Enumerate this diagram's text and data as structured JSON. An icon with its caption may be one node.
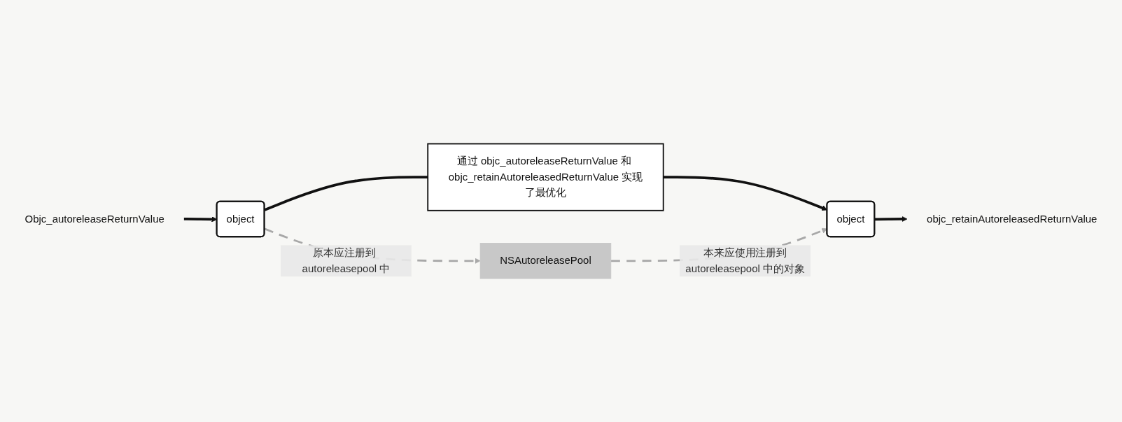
{
  "diagram": {
    "nodes": [
      {
        "text": [
          "NSAutoreleasePool"
        ]
      },
      {
        "text": [
          "object"
        ]
      },
      {
        "text": [
          "Objc_autoreleaseReturnValue"
        ]
      },
      {
        "text": [
          "通过 objc_autoreleaseReturnValue 和 objc_retainAutoreleasedReturnValue 实现了最优化"
        ]
      },
      {
        "text": [
          "object"
        ]
      },
      {
        "text": [
          "objc_retainAutoreleasedReturnValue"
        ]
      }
    ],
    "edges": [
      {
        "from": 2,
        "to": 1,
        "arrow": "to"
      },
      {
        "from": 1,
        "to": 0,
        "arrow": "to",
        "label": "原本应注册到 autoreleasepool 中",
        "style": "dashed",
        "color": "#a8a8a8"
      },
      {
        "from": 1,
        "to": 3,
        "arrow": "none"
      },
      {
        "from": 3,
        "to": 4,
        "arrow": "to"
      },
      {
        "from": 0,
        "to": 4,
        "arrow": "to",
        "label": "本来应使用注册到autoreleasepool 中的对象",
        "style": "dashed",
        "color": "#a8a8a8"
      },
      {
        "from": 4,
        "to": 5,
        "arrow": "to"
      }
    ]
  }
}
